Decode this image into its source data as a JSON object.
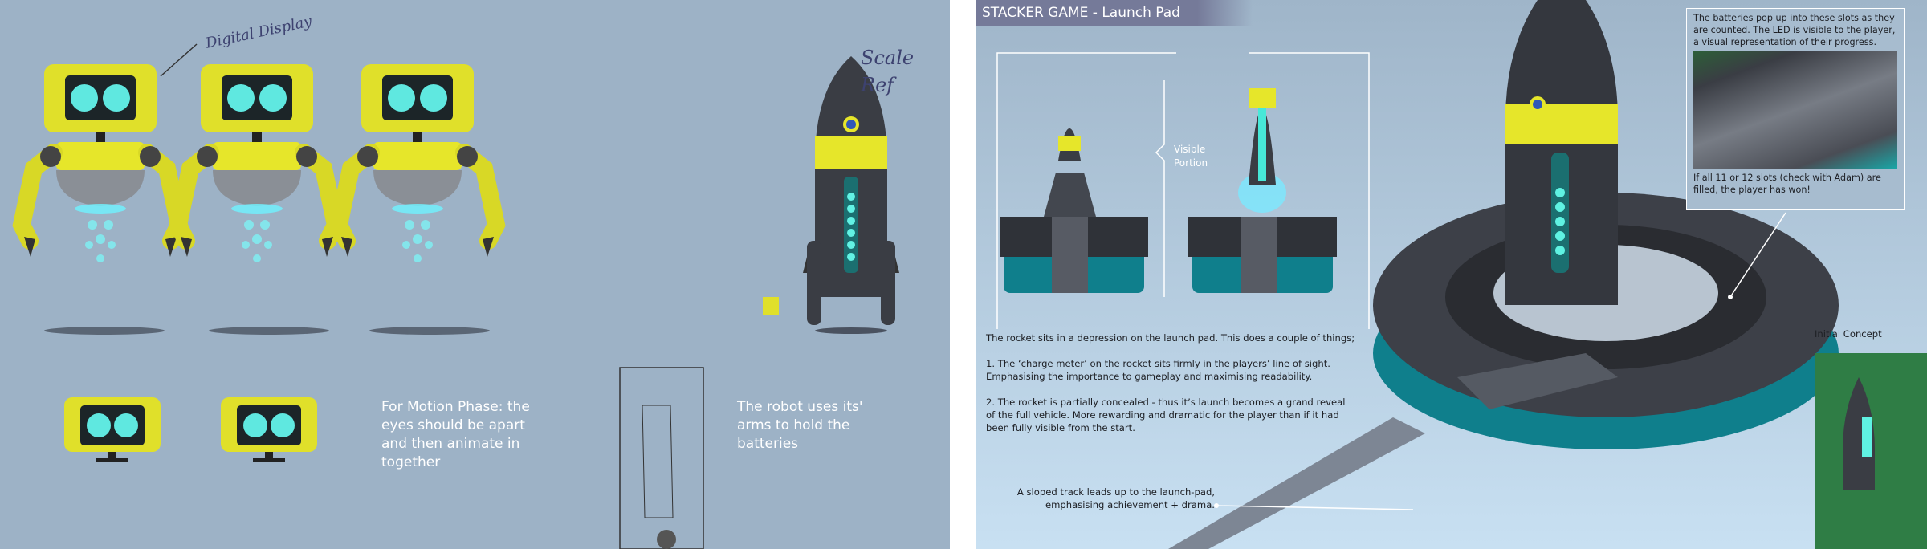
{
  "left_board": {
    "annotations": {
      "digital_display": "Digital Display",
      "scale_ref": "Scale Ref"
    },
    "motion_note": "For Motion Phase: the eyes should be apart and then animate in together",
    "arms_note": "The robot uses its' arms to hold the batteries"
  },
  "right_board": {
    "title": "STACKER GAME - Launch Pad",
    "visible_portion": "Visible Portion",
    "depression_note": {
      "intro": "The rocket sits in a depression on the launch pad. This does a couple of things;",
      "point1": "1. The ‘charge meter’ on the rocket sits firmly in the players’ line of sight. Emphasising the importance to gameplay and maximising readability.",
      "point2": "2. The rocket is partially concealed - thus it’s launch becomes a grand reveal of the full vehicle. More rewarding and dramatic for the player than if it had been fully visible from the start."
    },
    "track_note": "A sloped track leads up to the launch-pad, emphasising achievement + drama.",
    "battery_note": "The batteries pop up into these slots as they are counted. The LED is visible to the player, a visual representation of their progress.",
    "win_note": "If all 11 or 12 slots (check with Adam) are filled, the player has won!",
    "initial_concept": "Initial Concept"
  },
  "colors": {
    "yellow": "#e6e62a",
    "screen": "#5fe8e0",
    "dark": "#2c2f36",
    "teal": "#1a8a96"
  }
}
